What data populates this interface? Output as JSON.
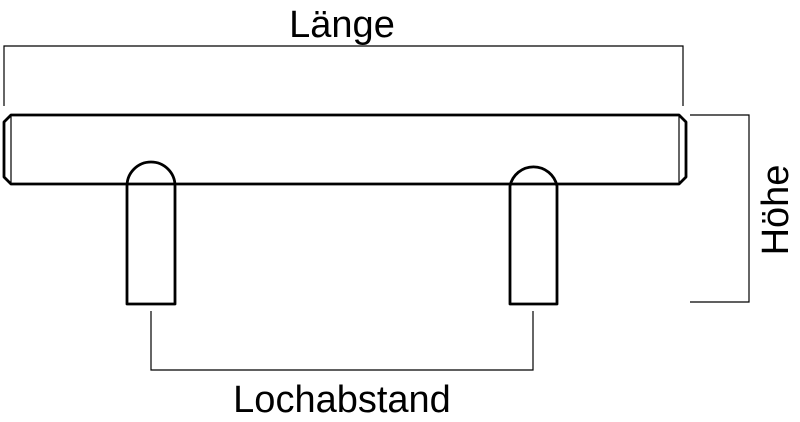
{
  "labels": {
    "length": "Länge",
    "height": "Höhe",
    "hole_spacing": "Lochabstand"
  },
  "colors": {
    "line": "#000000",
    "background": "#ffffff"
  }
}
